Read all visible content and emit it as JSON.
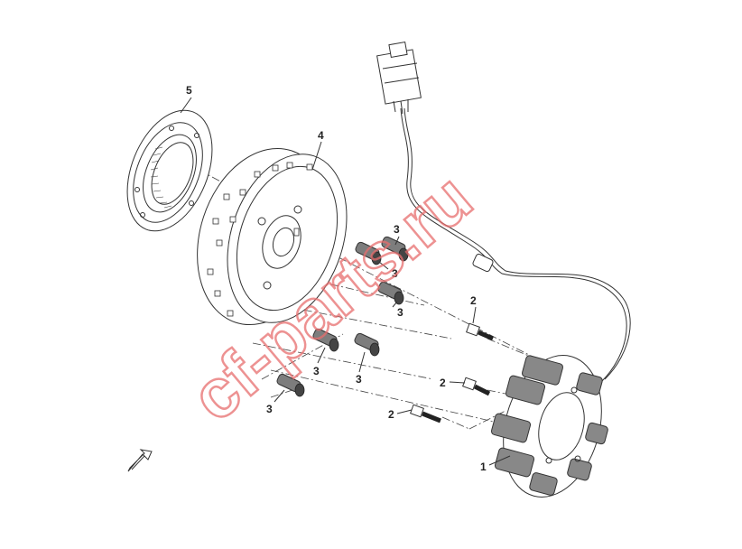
{
  "watermark": "cf-parts.ru",
  "callouts": {
    "c1": "1",
    "c2a": "2",
    "c2b": "2",
    "c2c": "2",
    "c3a": "3",
    "c3b": "3",
    "c3c": "3",
    "c3d": "3",
    "c3e": "3",
    "c3f": "3",
    "c4": "4",
    "c5": "5"
  }
}
